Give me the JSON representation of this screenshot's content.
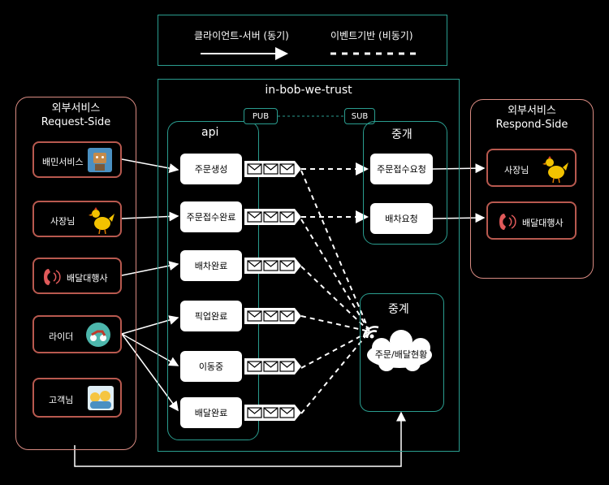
{
  "legend": {
    "sync_label": "클라이언트-서버 (동기)",
    "async_label": "이벤트기반 (비동기)"
  },
  "main": {
    "title": "in-bob-we-trust",
    "pub_tag": "PUB",
    "sub_tag": "SUB",
    "api_title": "api",
    "api_items": [
      "주문생성",
      "주문접수완료",
      "배차완료",
      "픽업완료",
      "이동중",
      "배달완료"
    ],
    "relay_top_title": "중개",
    "relay_top_items": [
      "주문접수요청",
      "배차요청"
    ],
    "relay_bottom_title": "중계",
    "cloud_label": "주문/배달현황"
  },
  "request_side": {
    "title_line1": "외부서비스",
    "title_line2": "Request-Side",
    "items": [
      "배민서비스",
      "사장님",
      "배달대행사",
      "라이더",
      "고객님"
    ]
  },
  "respond_side": {
    "title_line1": "외부서비스",
    "title_line2": "Respond-Side",
    "items": [
      "사장님",
      "배달대행사"
    ]
  },
  "colors": {
    "teal": "#2a9d8f",
    "red_border": "#b8594f",
    "outer_red": "#d98b82",
    "chicken": "#f2c200",
    "phone": "#e05a5a",
    "scooter_bg": "#4db6ac"
  }
}
